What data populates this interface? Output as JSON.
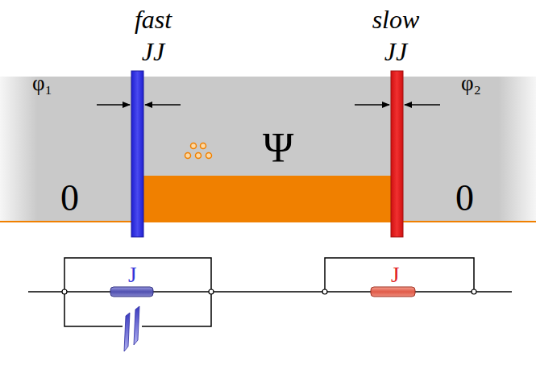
{
  "diagram": {
    "labels": [
      "fast JJ",
      "slow JJ",
      "φ₁",
      "φ₂",
      "Ψ",
      "0",
      "0",
      "J",
      "J"
    ]
  }
}
